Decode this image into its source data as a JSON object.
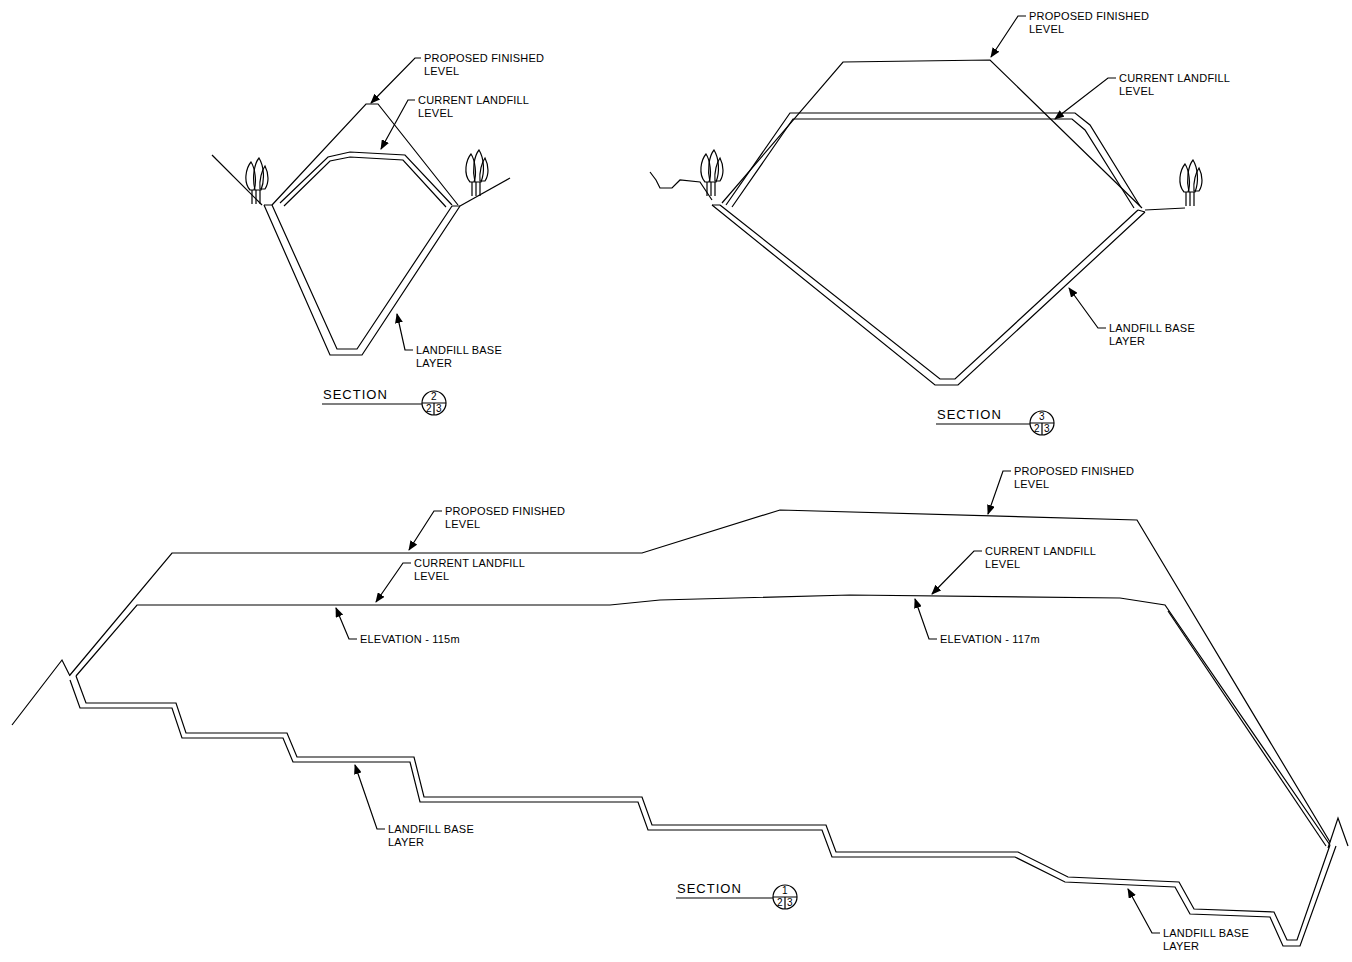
{
  "diagram": {
    "labels": [
      "PROPOSED FINISHED LEVEL",
      "CURRENT LANDFILL LEVEL",
      "LANDFILL BASE LAYER",
      "SECTION",
      "2",
      "2",
      "3",
      "PROPOSED FINISHED LEVEL",
      "CURRENT LANDFILL LEVEL",
      "LANDFILL BASE LAYER",
      "SECTION",
      "3",
      "2",
      "3",
      "PROPOSED FINISHED LEVEL",
      "CURRENT LANDFILL LEVEL",
      "ELEVATION - 115m",
      "PROPOSED FINISHED LEVEL",
      "CURRENT LANDFILL LEVEL",
      "ELEVATION - 117m",
      "LANDFILL BASE LAYER",
      "SECTION",
      "1",
      "2",
      "3",
      "LANDFILL BASE LAYER"
    ]
  }
}
